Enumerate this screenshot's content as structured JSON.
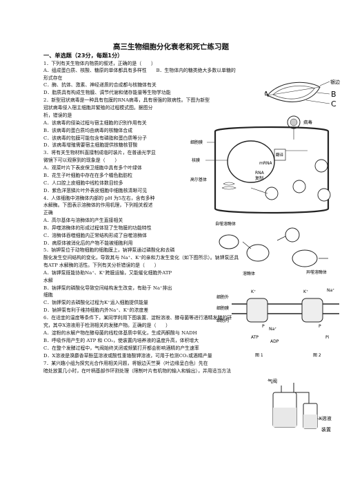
{
  "title": "高三生物细胞分化衰老和死亡练习题",
  "section": "一、单选题（23分，每题1分）",
  "lines": [
    "1．下列有关生物体内物质的叙述，正确的是（　　）",
    "A．组成蛋白质、核酸、糖原的单体都具有多样性　　B．生物体内的糖类绝大多数以单糖的",
    "形式存在",
    "C．酶、抗体、激素、神经递质的合成都与核糖体有关",
    "D．脂质具有构成生物膜、调节代谢和储存能量等生物学功能",
    "2．新型冠状病毒是一种具有包膜的RNA病毒，具有很强的致病性。下图为新型",
    "冠状病毒侵入宿主细胞并繁殖的过程模式图。据图分",
    "析，错误的是",
    "A．该病毒的侵染过程与宿主细胞的识别作用有关",
    "B．该病毒的蛋白质均由病毒的核糖体合成",
    "C．该病毒的包膜可能包含有磷脂和蛋白质等分子",
    "D．该病毒增殖需要宿主细胞提供核糖核苷酸",
    "3．将有关生物材料直接制成临时装片，在普通光学显",
    "微镜下可以观察到的现象是（　　）",
    "A．观菜叶片下表皮保卫细胞中具有多个叶绿体",
    "B．花生子叶细胞中存在在多个橘色脂肪粒",
    "C．人口腔上皮细胞中线粒体数目较多",
    "D．紫色洋葱鳞片叶外表皮细胞中细胞核清晰可见",
    "4．人体细胞中溶酶体内部的 pH 为5左右，含有多种",
    "水解酶。下图表示溶酶体的作用机理，下列相关叙述",
    "正确",
    "A．高尔基体与溶酶体的产生直接相关",
    "B．异噬溶酶体的形成过程体现了生物膜的功能特性",
    "C．溶酶体吞噬细胞内正常结构形成了自噬溶酶体",
    "D．病原体被消化后的产物不能被细胞利用",
    "5．钠钾泵位于动物细胞的细胞膜上，钠钾泵通过磷酸化和去磷",
    "酸化发生空间结构的变化，导致其与 Na⁺、K⁺的亲和力发生变化（如下图所示）。钠钾泵还具",
    "有ATP 水解酶的活性。下列有关分析错误的是（　　）",
    "A．钠钾泵既能协助Na⁺、K⁺跨膜运输，又能催化细胞外ATP",
    "水解",
    "B．钠钾泵的磷酸化导致空间结构发生改变，有助于 Na⁺排出",
    "细胞",
    "C．钠钾泵的去磷酸化过程为K⁺运入细胞提供能量",
    "D．钠钾泵有利于维持细胞内外Na⁺、K⁺的浓度差",
    "6．在适宜的温度等条件下，某同学利用下图装置、淀粉溶液、酵母菌等进行酒精发酵的研",
    "究，其中X溶液用于检测相关的发酵产物。正确的是（　　）",
    "A．淀粉的水解产物在酵母菌的线粒体基质中氧化，生成丙酮酸与 NADH",
    "B．呼吸作用产生的 ATP 和 CO₂，使装置内培养液的温度升高，体积增大",
    "C．在整个发酵过程中，气阀始终关闭或频繁打开都会影响酒精的产生速率",
    "D．X溶液是溴麝香草酚蓝溶液或酸性重铬酸钾溶液，可用于检测CO₂或酒精产量",
    "7．某兴趣小组为探究光合作用相关问题，将银边天竺葵（叶边缘呈白色）先在",
    "暗处放置几小时，在叶柄基部作环割处理（限制叶片有机物的输入和输出），并用适当方法"
  ],
  "leaf_labels": {
    "silver_edge": "银边",
    "a": "A",
    "b": "B",
    "c": "C"
  },
  "virus_fig": {
    "virus": "病毒",
    "cell_membrane": "细胞膜",
    "nuclear_membrane": "核膜",
    "mrna": "mRNA",
    "translation": "翻译",
    "rna": "RNA",
    "replication": "复制",
    "golgi": "高尔基体"
  },
  "lyso_fig": {
    "autophagy": "自噬溶酶体",
    "heterophagy": "异噬溶酶体",
    "lysosome": "溶酶体"
  },
  "pump_fig": {
    "outside": "细胞外",
    "membrane": "细胞膜",
    "inside": "细胞内",
    "na": "Na⁺",
    "k": "K⁺",
    "atp": "ATP",
    "adp": "ADP",
    "p": "P",
    "pi": "Pi",
    "fig1": "图 1",
    "fig2": "图 2"
  },
  "apparatus_fig": {
    "valve": "气阀",
    "x_solution": "X溶液",
    "device": "装置"
  }
}
